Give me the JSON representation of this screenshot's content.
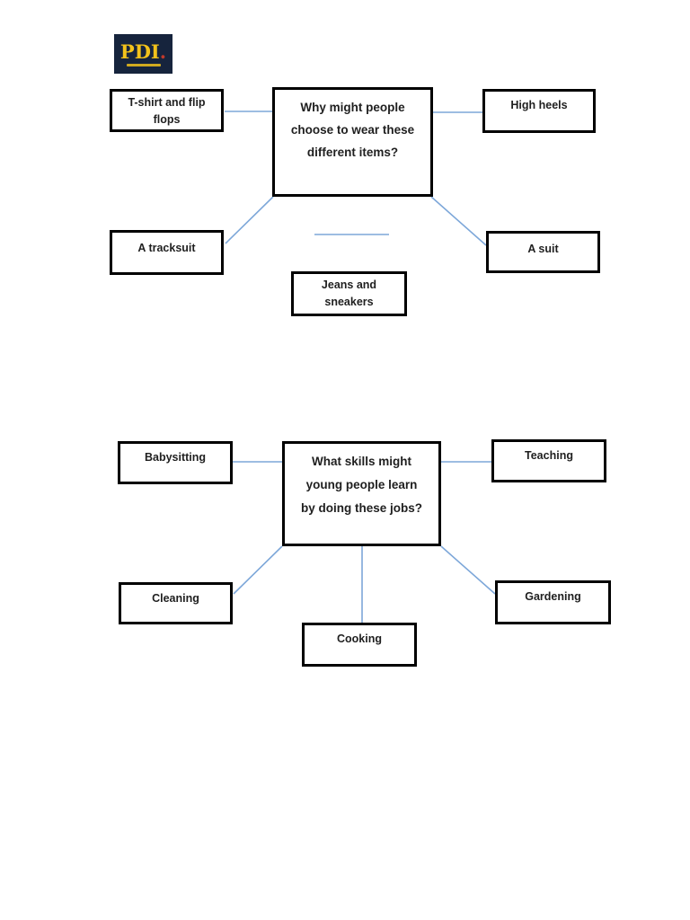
{
  "logo": {
    "text": "PDI",
    "dot": ".",
    "bg_color": "#16243d",
    "text_color": "#f2c21b",
    "dot_color": "#c0392b"
  },
  "colors": {
    "connector_blue": "#7da7d9",
    "box_border": "#000000",
    "page_background": "#ffffff",
    "text": "#1f1f1f"
  },
  "diagram1": {
    "center_text": "Why might people choose to wear these different items?",
    "center_lines": [
      "Why might people",
      "choose to wear these",
      "different items?"
    ],
    "nodes": {
      "tshirt": {
        "label": "T-shirt and flip flops",
        "lines": [
          "T-shirt and flip",
          "flops"
        ]
      },
      "highheels": {
        "label": "High heels",
        "lines": [
          "High heels"
        ]
      },
      "tracksuit": {
        "label": "A tracksuit",
        "lines": [
          "A tracksuit"
        ]
      },
      "suit": {
        "label": "A suit",
        "lines": [
          "A suit"
        ]
      },
      "jeans": {
        "label": "Jeans and sneakers",
        "lines": [
          "Jeans and",
          "sneakers"
        ]
      }
    }
  },
  "diagram2": {
    "center_text": "What skills might young people learn by doing these jobs?",
    "center_lines": [
      "What skills might",
      "young people learn",
      "by doing these jobs?"
    ],
    "nodes": {
      "babysitting": {
        "label": "Babysitting",
        "lines": [
          "Babysitting"
        ]
      },
      "teaching": {
        "label": "Teaching",
        "lines": [
          "Teaching"
        ]
      },
      "cleaning": {
        "label": "Cleaning",
        "lines": [
          "Cleaning"
        ]
      },
      "gardening": {
        "label": "Gardening",
        "lines": [
          "Gardening"
        ]
      },
      "cooking": {
        "label": "Cooking",
        "lines": [
          "Cooking"
        ]
      }
    }
  }
}
